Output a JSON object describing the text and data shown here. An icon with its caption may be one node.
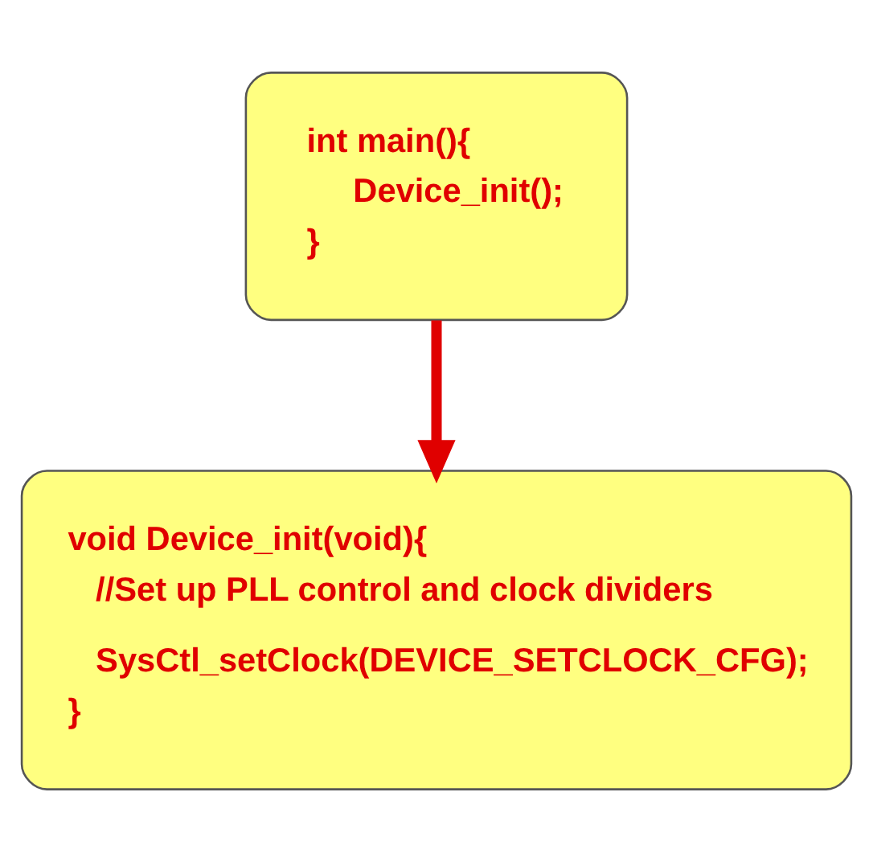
{
  "diagram": {
    "nodes": [
      {
        "text": [
          "int main(){",
          "Device_init();",
          "}"
        ]
      },
      {
        "text": [
          "void Device_init(void){",
          "//Set up PLL control and clock dividers",
          "SysCtl_setClock(DEVICE_SETCLOCK_CFG);",
          "}"
        ]
      }
    ],
    "edges": [
      {
        "from": 0,
        "to": 1,
        "arrow": "to"
      }
    ]
  }
}
